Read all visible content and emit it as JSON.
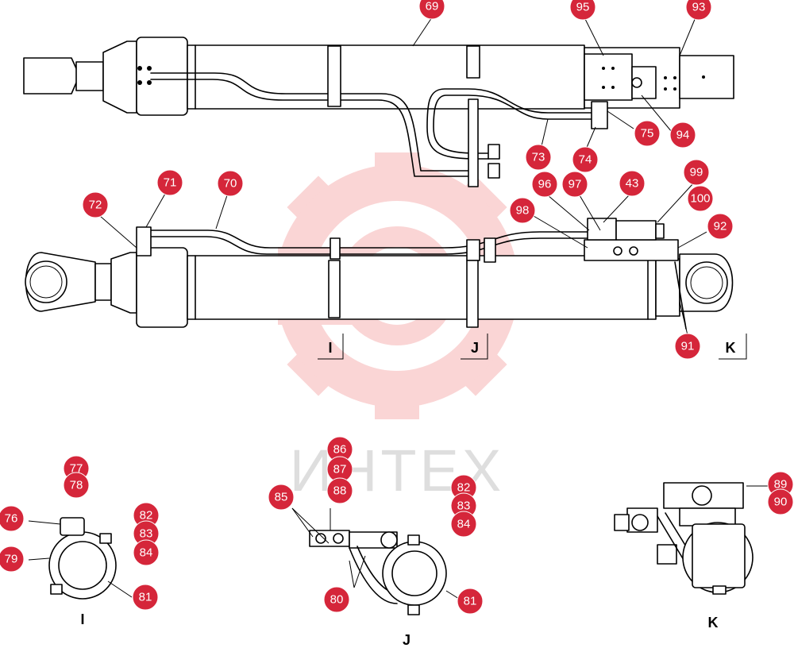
{
  "watermark": {
    "text": "ИНТЕХ",
    "color": "#f08080"
  },
  "accent_color": "#d5263a",
  "callouts": [
    "69",
    "95",
    "93",
    "75",
    "94",
    "74",
    "73",
    "71",
    "70",
    "72",
    "96",
    "97",
    "43",
    "99",
    "100",
    "98",
    "92",
    "91",
    "77",
    "78",
    "76",
    "82",
    "83",
    "84",
    "79",
    "81",
    "86",
    "87",
    "88",
    "85",
    "80",
    "89",
    "90"
  ],
  "view_labels": {
    "section_i": "I",
    "section_j": "J",
    "section_k": "K",
    "detail_i": "I",
    "detail_j": "J",
    "detail_k": "K"
  }
}
